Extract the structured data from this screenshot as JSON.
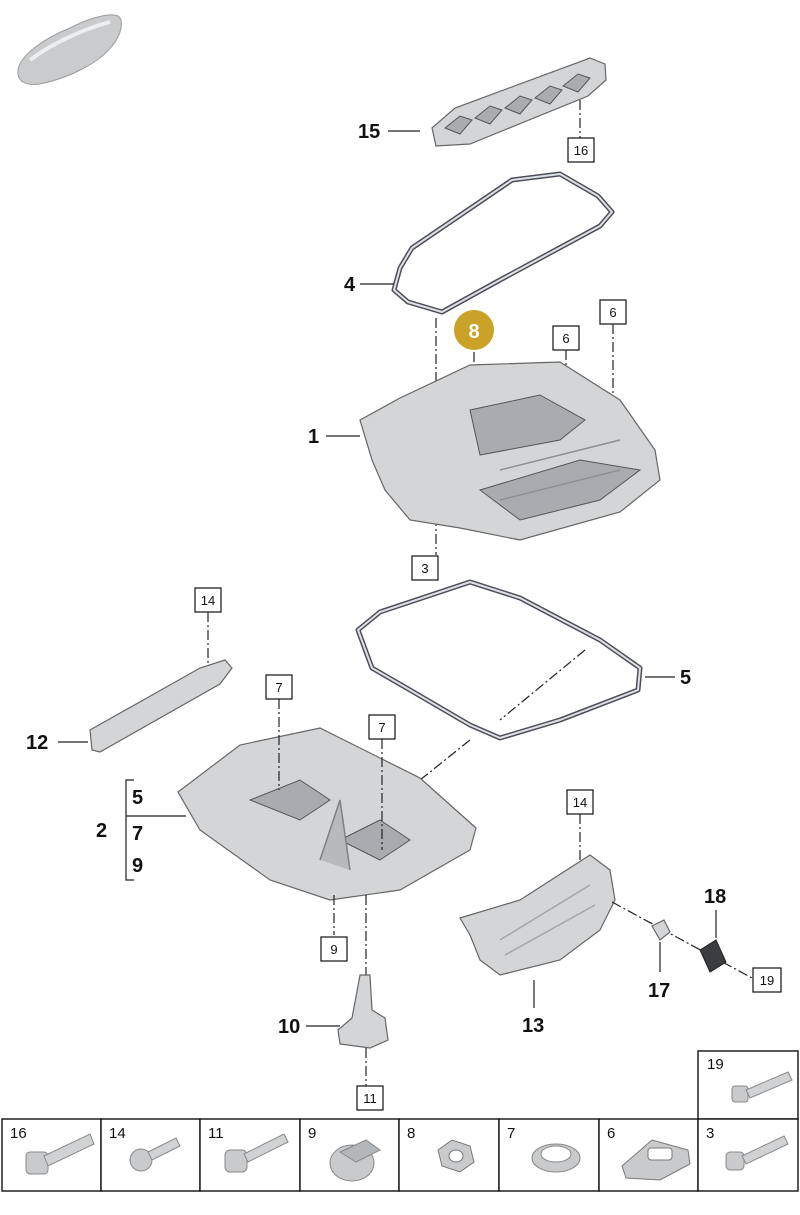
{
  "callouts": {
    "c1": "1",
    "c2": "2",
    "c4": "4",
    "c5": "5",
    "c10": "10",
    "c12": "12",
    "c13": "13",
    "c15": "15",
    "c17": "17",
    "c18": "18",
    "bracket_5": "5",
    "bracket_7": "7",
    "bracket_9": "9"
  },
  "boxes": {
    "b16": "16",
    "b6a": "6",
    "b6b": "6",
    "b3": "3",
    "b14a": "14",
    "b7a": "7",
    "b7b": "7",
    "b14b": "14",
    "b9": "9",
    "b11": "11",
    "b19": "19"
  },
  "highlight": {
    "label": "8",
    "color": "#c9a227"
  },
  "legend": {
    "top": {
      "label": "19",
      "icon": "bolt-icon"
    },
    "cells": [
      {
        "label": "16",
        "icon": "collar-bolt-icon"
      },
      {
        "label": "14",
        "icon": "short-bolt-icon"
      },
      {
        "label": "11",
        "icon": "bolt-icon"
      },
      {
        "label": "9",
        "icon": "drain-plug-icon"
      },
      {
        "label": "8",
        "icon": "hex-nut-icon"
      },
      {
        "label": "7",
        "icon": "seal-ring-icon"
      },
      {
        "label": "6",
        "icon": "clip-icon"
      },
      {
        "label": "3",
        "icon": "bolt-icon"
      }
    ]
  }
}
